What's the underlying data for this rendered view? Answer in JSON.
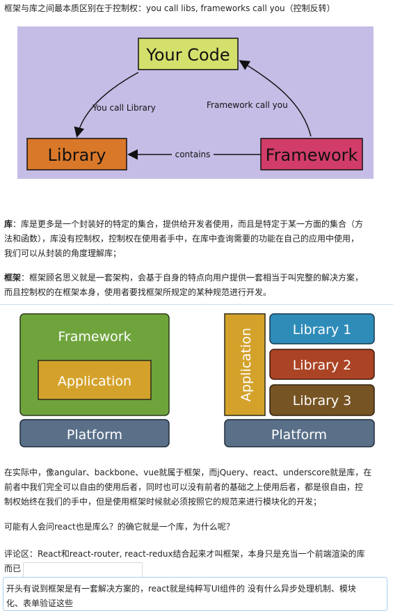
{
  "intro": {
    "text": "框架与库之间最本质区别在于控制权：you call libs, frameworks call you（控制反转）"
  },
  "diagram1": {
    "your_code": "Your Code",
    "library": "Library",
    "framework": "Framework",
    "you_call_library": "You call Library",
    "framework_call_you": "Framework call you",
    "contains": "contains",
    "colors": {
      "background": "#c5bde6",
      "your_code": "#d4e06c",
      "library": "#d97829",
      "framework": "#d23c69"
    }
  },
  "library_paragraph": {
    "term": "库",
    "line1": "：库是更多是一个封装好的特定的集合，提供给开发者使用，而且是特定于某一方面的集合（方",
    "line2": "法和函数），库没有控制权，控制权在使用者手中，在库中查询需要的功能在自己的应用中使用，",
    "line3": "我们可以从封装的角度理解库；"
  },
  "framework_paragraph": {
    "term": "框架",
    "line1": "：框架顾名思义就是一套架构，会基于自身的特点向用户提供一套相当于叫完整的解决方案，",
    "line2": "而且控制权的在框架本身，使用者要找框架所规定的某种规范进行开发。"
  },
  "diagram2": {
    "framework": "Framework",
    "application_inner": "Application",
    "platform_left": "Platform",
    "application_vertical": "Application",
    "library1": "Library 1",
    "library2": "Library 2",
    "library3": "Library 3",
    "platform_right": "Platform",
    "colors": {
      "framework": "#6fa43d",
      "application": "#d4a22b",
      "platform": "#5a7089",
      "library1": "#2f8cb9",
      "library2": "#aa4424",
      "library3": "#775424"
    }
  },
  "practice_paragraph": {
    "line1": "在实际中，像angular、backbone、vue就属于框架，而jQuery、react、underscore就是库，在",
    "line2": "前者中我们完全可以自由的使用后者，同时也可以没有前者的基础之上使用后者，都是很自由，控",
    "line3": "制权始终在我们的手中，但是使用框架时候就必须按照它的规范来进行模块化的开发；"
  },
  "question": {
    "text": "可能有人会问react也是库么？的确它就是一个库，为什么呢？"
  },
  "comment_area": {
    "line1": "评论区：React和react-router, react-redux结合起来才叫框架，本身只是充当一个前端渲染的库",
    "line2": "而已"
  },
  "quote_box": {
    "line1": "开头有说到框架是有一套解决方案的，react就是纯粹写UI组件的 没有什么异步处理机制、模块",
    "line2": "化、表单验证这些"
  }
}
